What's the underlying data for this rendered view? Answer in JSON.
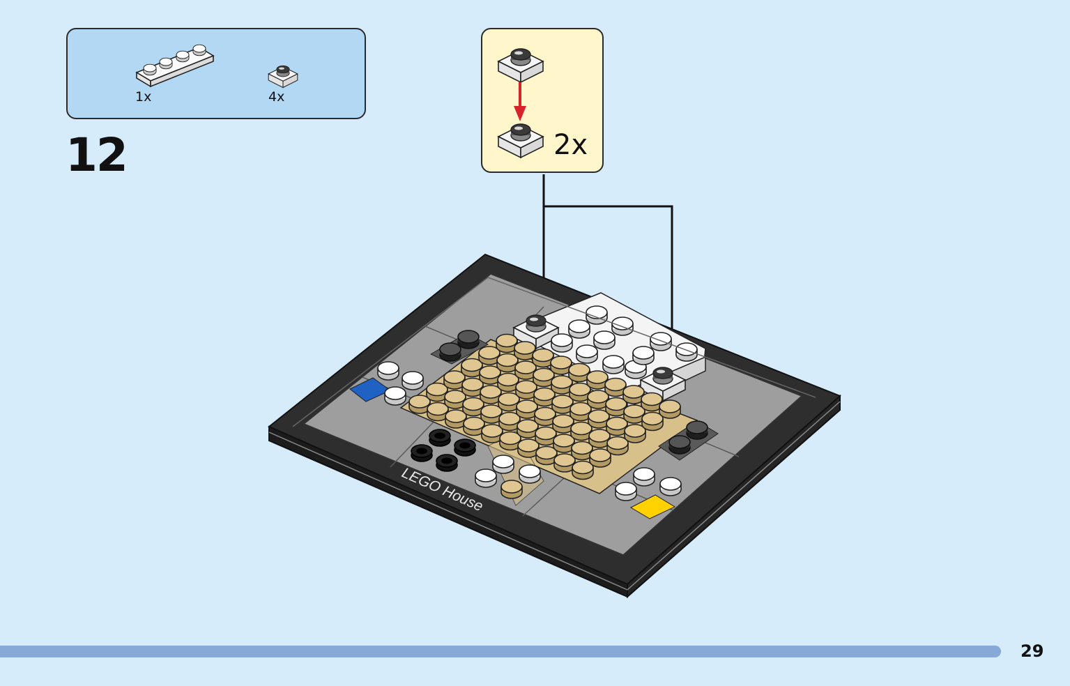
{
  "step": {
    "number": "12"
  },
  "parts_list": {
    "items": [
      {
        "part": "plate-1x4-white",
        "quantity": "1x"
      },
      {
        "part": "plate-1x1-transparent",
        "quantity": "4x"
      }
    ]
  },
  "sub_assembly": {
    "count": "2x"
  },
  "baseplate": {
    "printed_text": "LEGO House"
  },
  "footer": {
    "page_number": "29",
    "progress_color": "#87a9d8"
  },
  "colors": {
    "background": "#d6ecfb",
    "parts_box": "#b3d8f4",
    "sub_box": "#fff6cc",
    "tan": "#d8c08a",
    "dark_gray": "#2e2e2e",
    "mid_gray": "#9e9e9e",
    "blue_tile": "#1f62c4",
    "yellow_tile": "#ffd200",
    "arrow_red": "#d9232b"
  }
}
